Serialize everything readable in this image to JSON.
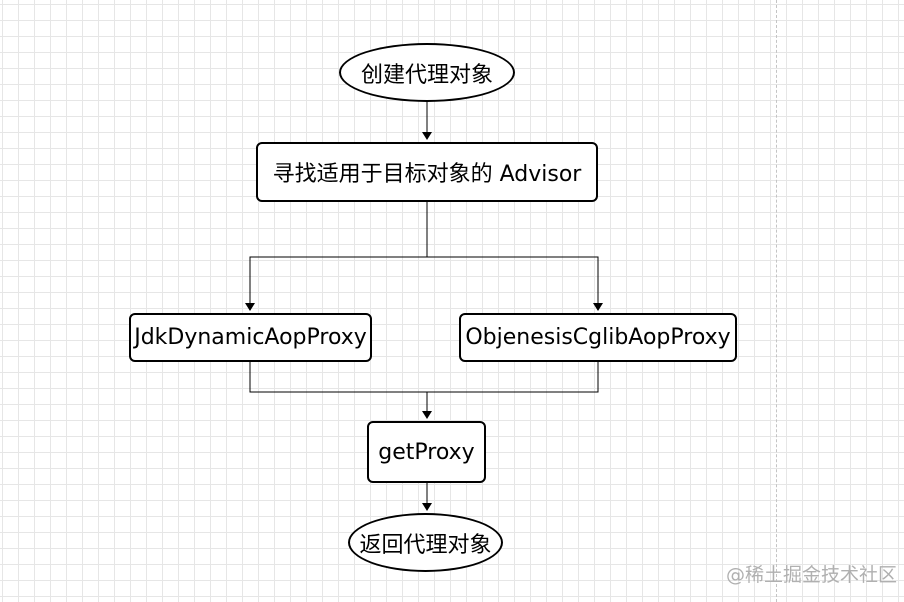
{
  "diagram": {
    "nodes": {
      "start": "创建代理对象",
      "find_advisor": "寻找适用于目标对象的 Advisor",
      "jdk_proxy": "JdkDynamicAopProxy",
      "cglib_proxy": "ObjenesisCglibAopProxy",
      "get_proxy": "getProxy",
      "end": "返回代理对象"
    }
  },
  "watermark": "@稀土掘金技术社区"
}
